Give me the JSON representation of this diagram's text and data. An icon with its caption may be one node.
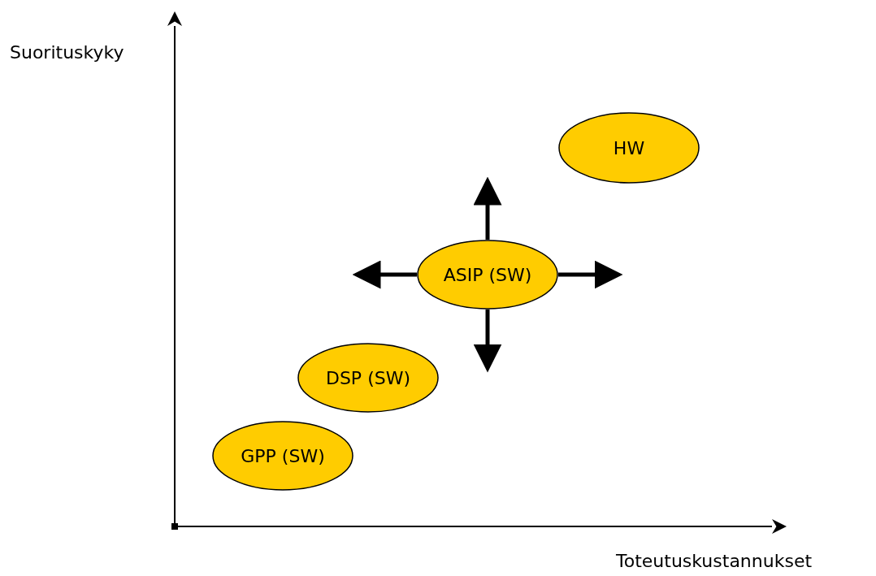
{
  "diagram": {
    "nodes": [
      {
        "text": [
          "HW"
        ]
      },
      {
        "text": [
          "ASIP (SW)"
        ]
      },
      {
        "text": [
          "DSP (SW)"
        ]
      },
      {
        "text": [
          "GPP (SW)"
        ]
      }
    ],
    "edges": [
      {
        "from": 1,
        "to": null,
        "arrow": "to"
      },
      {
        "from": 1,
        "to": null,
        "arrow": "to"
      },
      {
        "from": 1,
        "to": null,
        "arrow": "to"
      },
      {
        "from": 1,
        "to": null,
        "arrow": "to"
      }
    ],
    "labels": [
      "Suorituskyky",
      "Toteutuskustannukset"
    ]
  }
}
